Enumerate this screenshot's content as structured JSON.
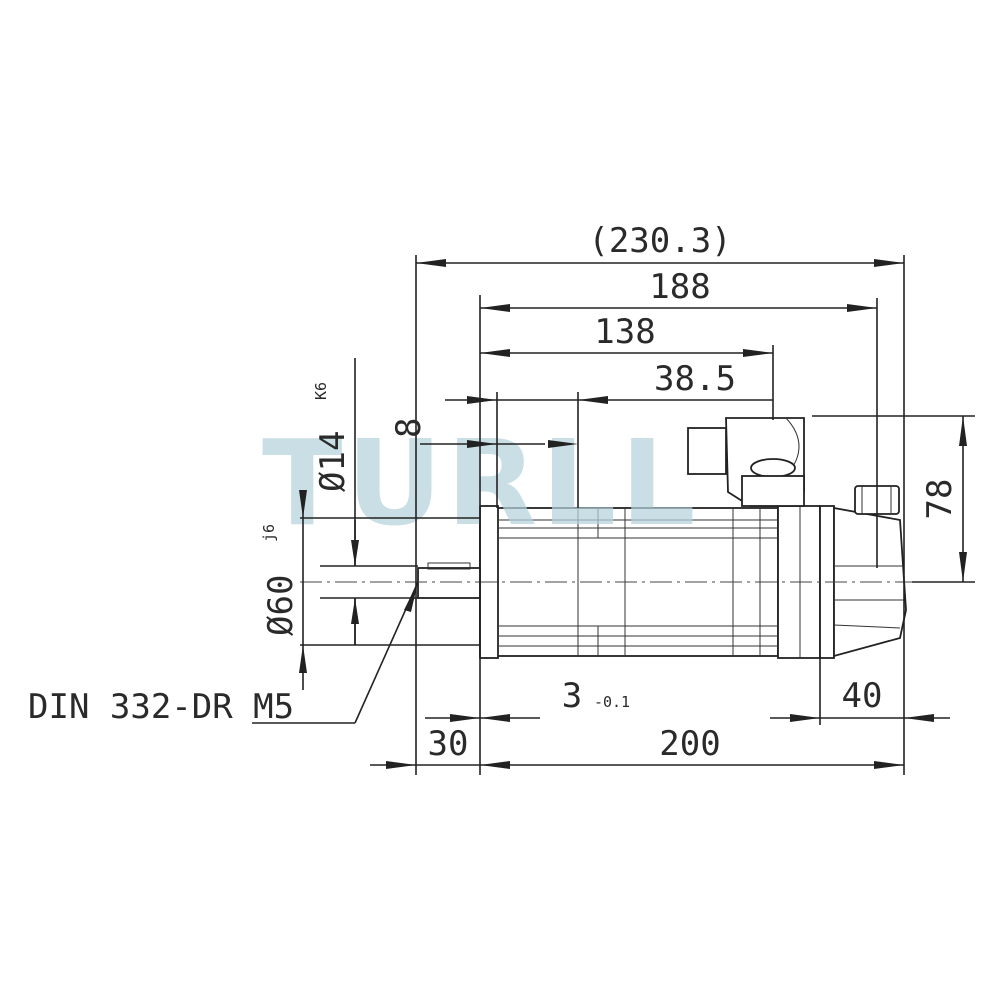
{
  "watermark": {
    "text": "TURLL",
    "color": "#b7d3dc"
  },
  "dimensions": {
    "overall_length": "(230.3)",
    "flange_to_rear": "188",
    "flange_to_connector": "138",
    "connector_offset": "38.5",
    "key_width": "8",
    "height_78": "78",
    "shaft_length": "30",
    "body_length": "200",
    "rear_40": "40",
    "flange_thickness": "3",
    "flange_tolerance": "-0.1"
  },
  "diameters": {
    "shaft": {
      "symbol": "Ø14",
      "fit": "K6"
    },
    "spigot": {
      "symbol": "Ø60",
      "fit": "j6"
    }
  },
  "callout": {
    "thread": "DIN 332-DR M5"
  },
  "colors": {
    "line": "#222222",
    "background": "#ffffff"
  }
}
